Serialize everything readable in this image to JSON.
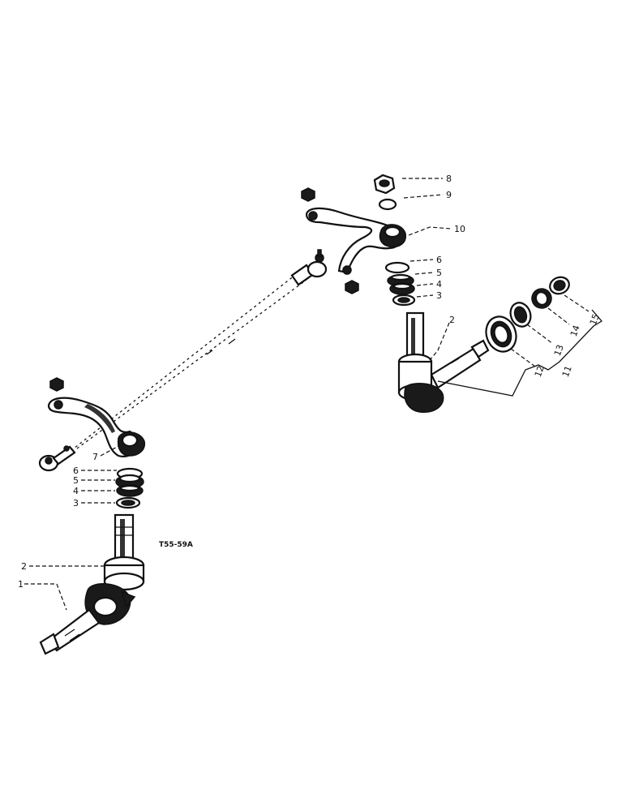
{
  "figure_ref": "T55-59A",
  "callouts": {
    "c1": "1",
    "c2_left": "2",
    "c3_left": "3",
    "c4_left": "4",
    "c5_left": "5",
    "c6_left": "6",
    "c7": "7",
    "c2_right": "2",
    "c3_right": "3",
    "c4_right": "4",
    "c5_right": "5",
    "c6_right": "6",
    "c8": "8",
    "c9": "9",
    "c10": "10",
    "c11": "11",
    "c12": "12",
    "c13": "13",
    "c14": "14",
    "c15": "15"
  }
}
